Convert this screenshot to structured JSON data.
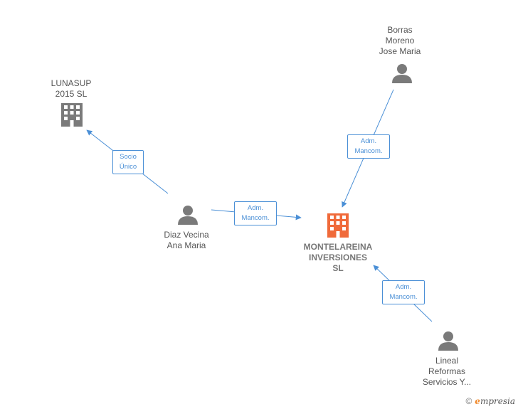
{
  "nodes": {
    "lunasup": {
      "line1": "LUNASUP",
      "line2": "2015  SL"
    },
    "borras": {
      "line1": "Borras",
      "line2": "Moreno",
      "line3": "Jose Maria"
    },
    "diaz": {
      "line1": "Diaz Vecina",
      "line2": "Ana Maria"
    },
    "montelareina": {
      "line1": "MONTELAREINA",
      "line2": "INVERSIONES",
      "line3": "SL"
    },
    "lineal": {
      "line1": "Lineal",
      "line2": "Reformas",
      "line3": "Servicios Y..."
    }
  },
  "edges": {
    "socio": {
      "line1": "Socio",
      "line2": "Único"
    },
    "adm_diaz": {
      "line1": "Adm.",
      "line2": "Mancom."
    },
    "adm_borras": {
      "line1": "Adm.",
      "line2": "Mancom."
    },
    "adm_lineal": {
      "line1": "Adm.",
      "line2": "Mancom."
    }
  },
  "colors": {
    "edge": "#4a8fd6",
    "person": "#7a7a7a",
    "company": "#7a7a7a",
    "main_company": "#f06a3a"
  },
  "footer": {
    "copyright": "©",
    "brand_e": "e",
    "brand_rest": "mpresia"
  }
}
